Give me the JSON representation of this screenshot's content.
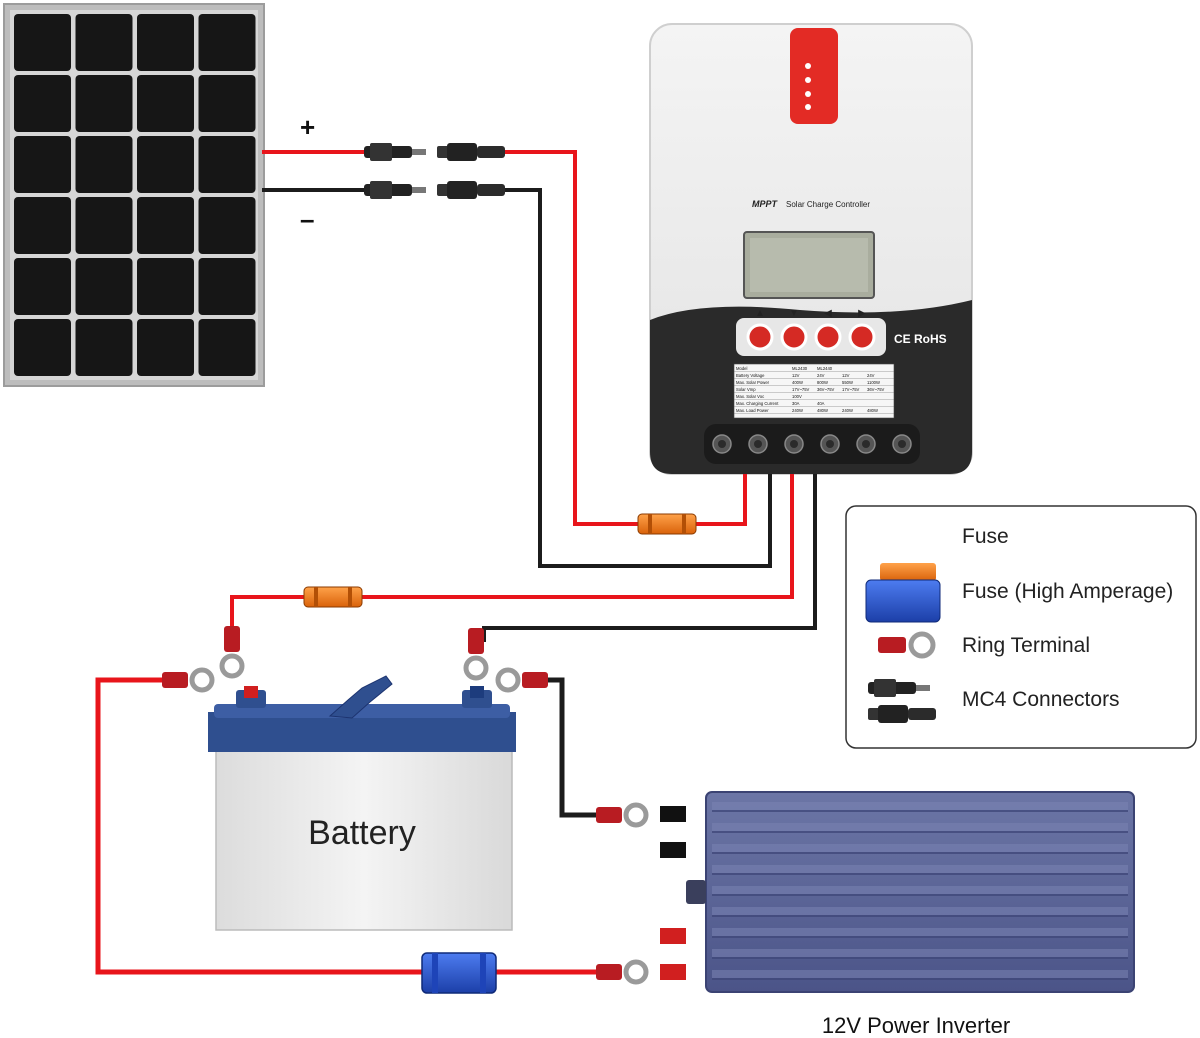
{
  "polarity": {
    "plus": "+",
    "minus": "–"
  },
  "controller": {
    "brand": "MPPT",
    "subtitle": "Solar Charge Controller",
    "button_arrows": [
      "▲",
      "▼",
      "◀",
      "▶"
    ],
    "cert": "CE RoHS",
    "spec_header": [
      "Model",
      "ML2430",
      "ML2440"
    ],
    "spec_rows": [
      [
        "Battery Voltage",
        "12V",
        "24V",
        "12V",
        "24V"
      ],
      [
        "Max. Solar Power",
        "400W",
        "800W",
        "550W",
        "1100W"
      ],
      [
        "Solar Vmp",
        "17V~75V",
        "36V~75V",
        "17V~75V",
        "36V~75V"
      ],
      [
        "Max. Solar Voc",
        "100V"
      ],
      [
        "Max. Charging Current",
        "30A",
        "40A"
      ],
      [
        "Max. Load Power",
        "240W",
        "480W",
        "240W",
        "480W"
      ]
    ]
  },
  "battery": {
    "label": "Battery"
  },
  "inverter": {
    "caption": "12V Power Inverter"
  },
  "legend": {
    "items": [
      {
        "label": "Fuse",
        "icon": "fuse-icon"
      },
      {
        "label": "Fuse (High Amperage)",
        "icon": "high-amp-fuse-icon"
      },
      {
        "label": "Ring Terminal",
        "icon": "ring-terminal-icon"
      },
      {
        "label": "MC4 Connectors",
        "icon": "mc4-connector-icon"
      }
    ]
  },
  "colors": {
    "wire_red": "#e8151b",
    "wire_black": "#1c1c1c",
    "fuse_orange": "#f07a12",
    "fuse_blue": "#2b5bd6",
    "controller_red": "#e32b25",
    "battery_top": "#2f4f8f",
    "inverter_body": "#5b6697"
  }
}
